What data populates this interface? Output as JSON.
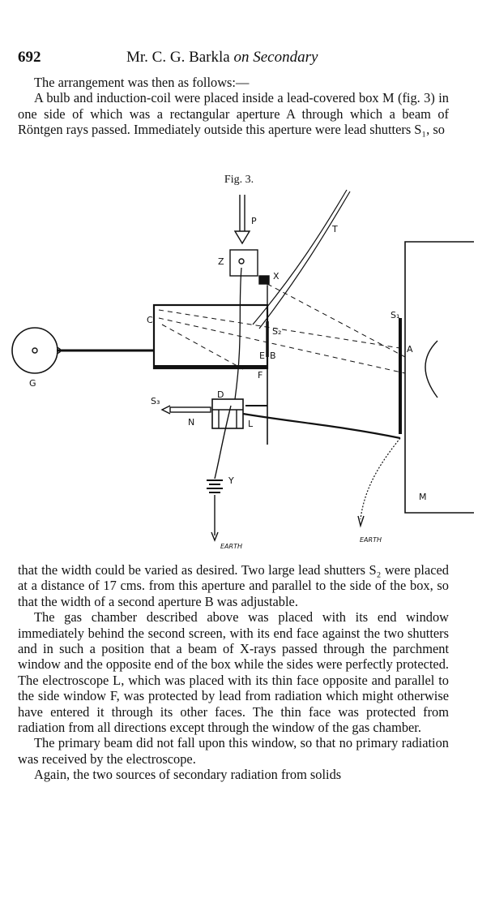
{
  "header": {
    "page_number": "692",
    "running_head_author": "Mr. C. G. Barkla ",
    "running_head_topic": "on Secondary"
  },
  "body_top": [
    "The arrangement was then as follows:—",
    "A bulb and induction-coil were placed inside a lead-covered box M (fig. 3) in one side of which was a rectangular aperture A through which a beam of Röntgen rays passed. Immediately outside this aperture were lead shutters S₁, so"
  ],
  "figure": {
    "caption": "Fig. 3.",
    "labels": {
      "P": "P",
      "T": "T",
      "Z": "Z",
      "X": "X",
      "C": "C",
      "S1": "S₁",
      "S2": "S₂",
      "E": "E",
      "B": "B",
      "A": "A",
      "F": "F",
      "G": "G",
      "S3": "S₃",
      "D": "D",
      "N": "N",
      "L": "L",
      "Y": "Y",
      "M": "M",
      "earth_left": "EARTH",
      "earth_right": "EARTH"
    }
  },
  "body_bottom": [
    "that the width could be varied as desired. Two large lead shutters S₂ were placed at a distance of 17 cms. from this aperture and parallel to the side of the box, so that the width of a second aperture B was adjustable.",
    "The gas chamber described above was placed with its end window immediately behind the second screen, with its end face against the two shutters and in such a position that a beam of X-rays passed through the parchment window and the opposite end of the box while the sides were perfectly protected. The electroscope L, which was placed with its thin face opposite and parallel to the side window F, was protected by lead from radiation which might otherwise have entered it through its other faces. The thin face was protected from radiation from all directions except through the window of the gas chamber.",
    "The primary beam did not fall upon this window, so that no primary radiation was received by the electroscope.",
    "Again, the two sources of secondary radiation from solids"
  ]
}
